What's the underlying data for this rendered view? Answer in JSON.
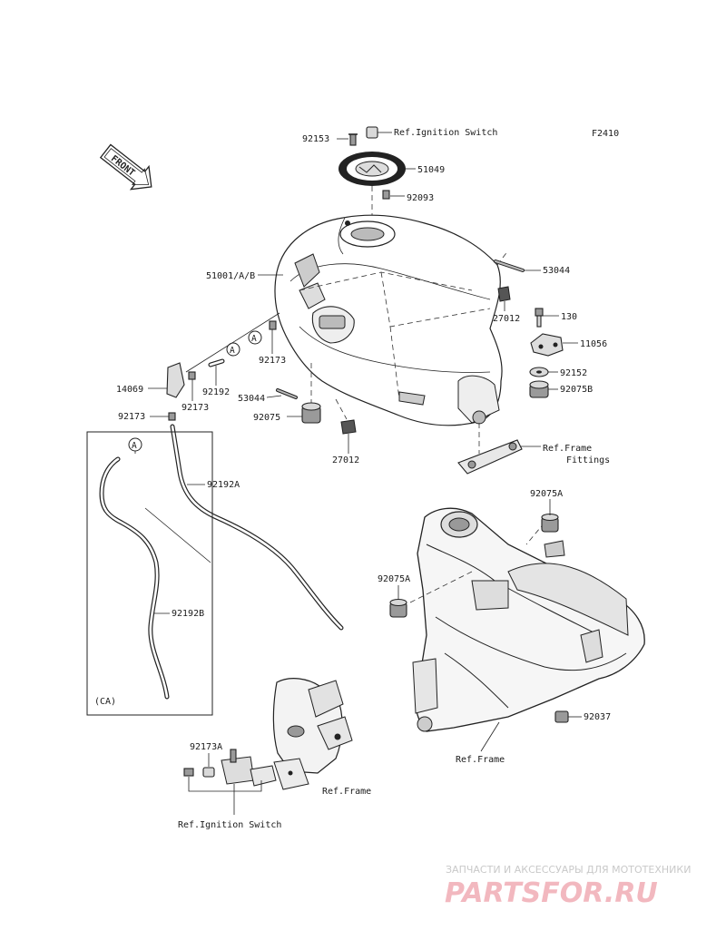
{
  "diagram_code": "F2410",
  "front_marker": "FRONT",
  "callouts": {
    "p92153": "92153",
    "ref_ign_top": "Ref.Ignition Switch",
    "p51049": "51049",
    "p92093": "92093",
    "p51001": "51001/A/B",
    "p53044_r": "53044",
    "p27012_r": "27012",
    "p130": "130",
    "p11056": "11056",
    "p92152": "92152",
    "p92075b": "92075B",
    "ref_frame_fittings_1": "Ref.Frame",
    "ref_frame_fittings_2": "Fittings",
    "p14069": "14069",
    "p92192": "92192",
    "p92173_a": "92173",
    "p92173_b": "92173",
    "p92173_c": "92173",
    "p53044_l": "53044",
    "p92075": "92075",
    "p27012_b": "27012",
    "p92192a": "92192A",
    "p92192b": "92192B",
    "ca": "(CA)",
    "p92075a_1": "92075A",
    "p92075a_2": "92075A",
    "p92037": "92037",
    "ref_frame_1": "Ref.Frame",
    "ref_frame_2": "Ref.Frame",
    "p92173a": "92173A",
    "ref_ign_bottom": "Ref.Ignition Switch",
    "marker_a": "A"
  },
  "watermark": {
    "top_line": "ЗАПЧАСТИ И АКСЕССУАРЫ ДЛЯ МОТОТЕХНИКИ",
    "brand": "PARTSFOR.RU"
  }
}
